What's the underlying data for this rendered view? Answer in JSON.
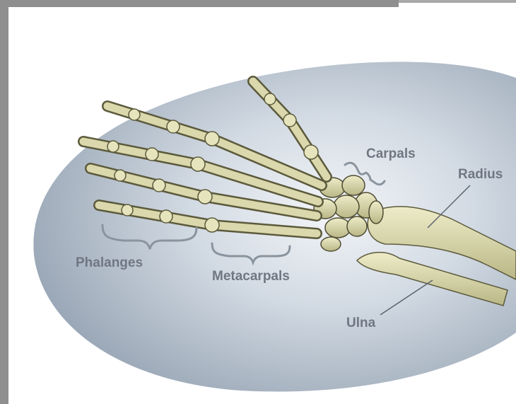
{
  "labels": {
    "phalanges": "Phalanges",
    "metacarpals": "Metacarpals",
    "carpals": "Carpals",
    "radius": "Radius",
    "ulna": "Ulna"
  },
  "colors": {
    "frame": "#8f8f8f",
    "background_dish": "#c9d2dd",
    "bone": "#dad8ac",
    "bone_shadow": "#5c5a3c",
    "label_text": "#707782",
    "bracket": "#8a949e"
  }
}
